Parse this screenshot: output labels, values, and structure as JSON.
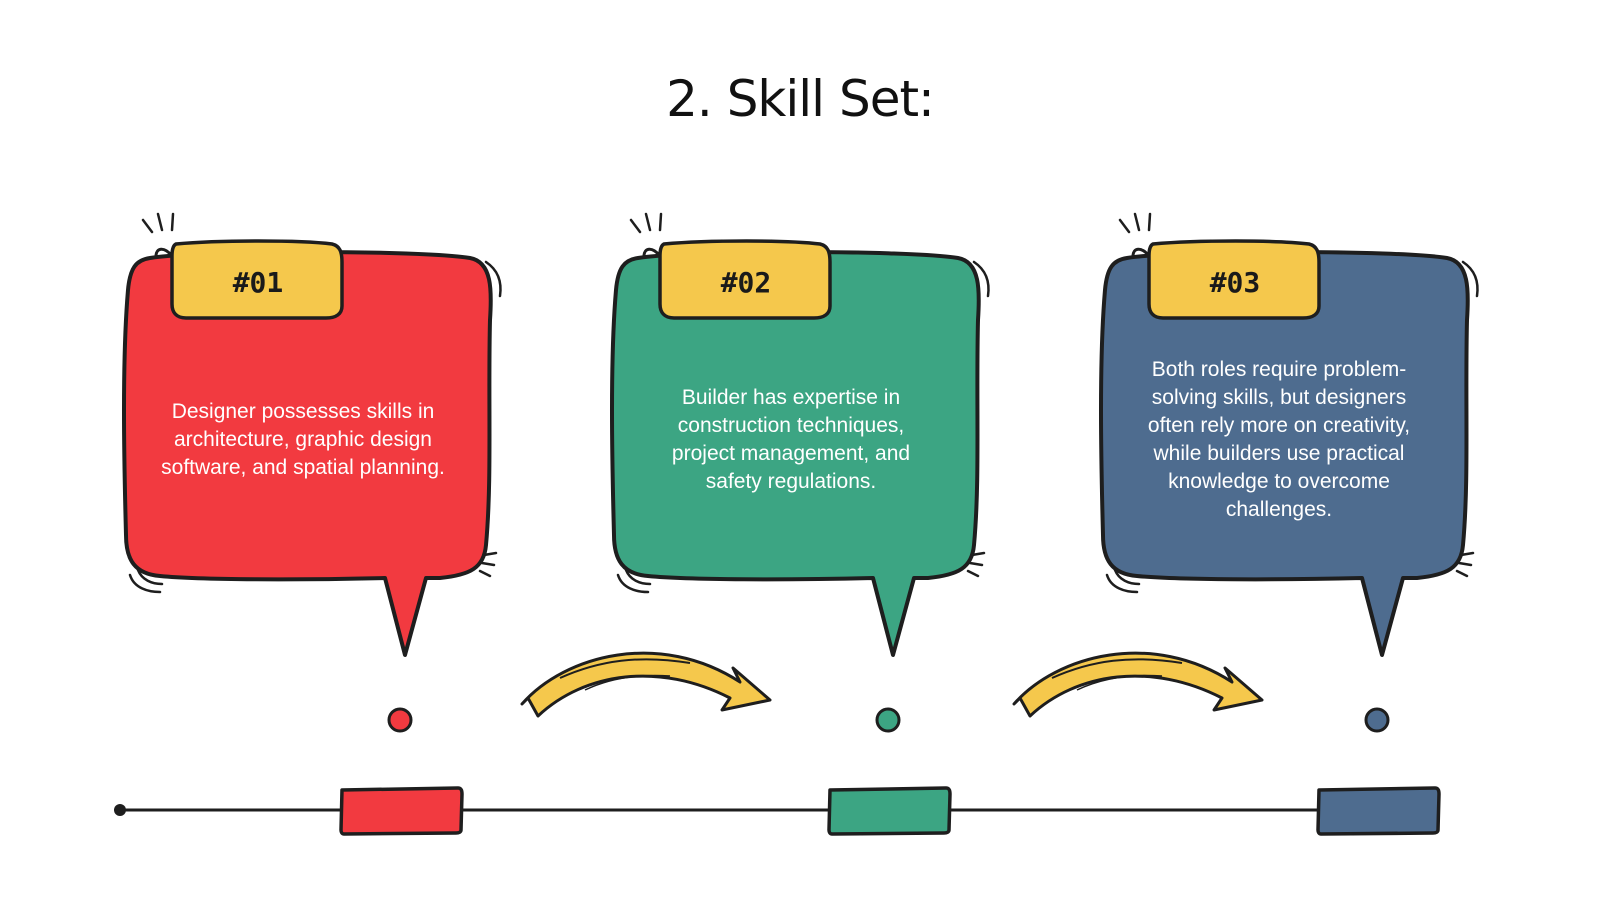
{
  "slide": {
    "title": "2. Skill Set:",
    "cards": [
      {
        "number": "#01",
        "text": "Designer possesses skills in architecture, graphic design software, and spatial planning.",
        "color": "#F23A40"
      },
      {
        "number": "#02",
        "text": "Builder has expertise in construction techniques, project management, and safety regulations.",
        "color": "#3CA583"
      },
      {
        "number": "#03",
        "text": "Both roles require problem-solving skills, but designers often rely more on creativity, while builders use practical knowledge to overcome challenges.",
        "color": "#4E6C8F"
      }
    ]
  },
  "colors": {
    "tag": "#F5C84C",
    "arrow": "#F5C84C",
    "outline": "#1e1e1e",
    "timeline": "#1e1e1e"
  },
  "icons": [
    "speech-bubble-icon",
    "curved-arrow-icon",
    "timeline-dot-icon"
  ]
}
